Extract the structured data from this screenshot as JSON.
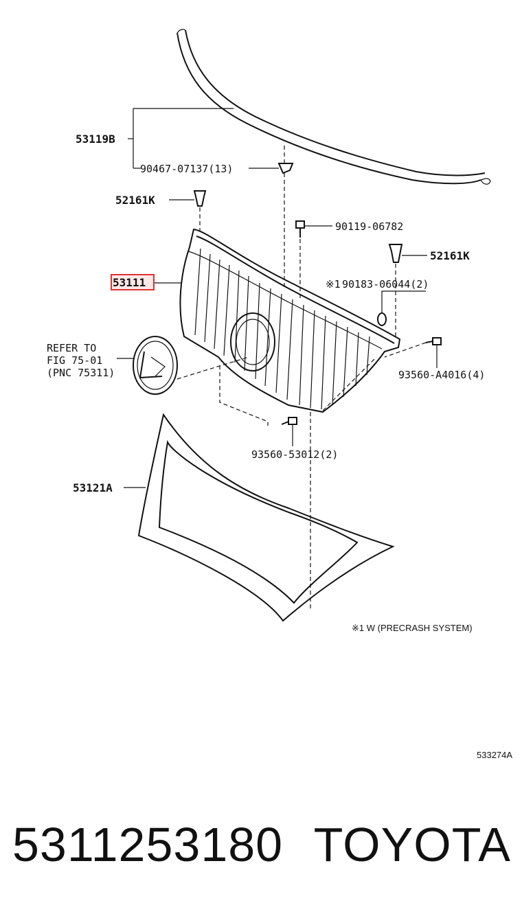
{
  "callouts": {
    "molding": "53119B",
    "molding_clip": "90467-07137(13)",
    "clip_left": "52161K",
    "bolt_top": "90119-06782",
    "clip_right": "52161K",
    "grille": "53111",
    "nut": "90183-06044(2)",
    "nut_mark": "※1",
    "emblem_ref_1": "REFER TO",
    "emblem_ref_2": "FIG 75-01",
    "emblem_ref_3": "(PNC 75311)",
    "screw_right": "93560-A4016(4)",
    "screw_bottom": "93560-53012(2)",
    "frame": "53121A"
  },
  "note": "※1 W (PRECRASH SYSTEM)",
  "diagram_code": "533274A",
  "footer": {
    "part_number": "5311253180",
    "brand": "TOYOTA"
  },
  "highlight_color": "#e03030"
}
